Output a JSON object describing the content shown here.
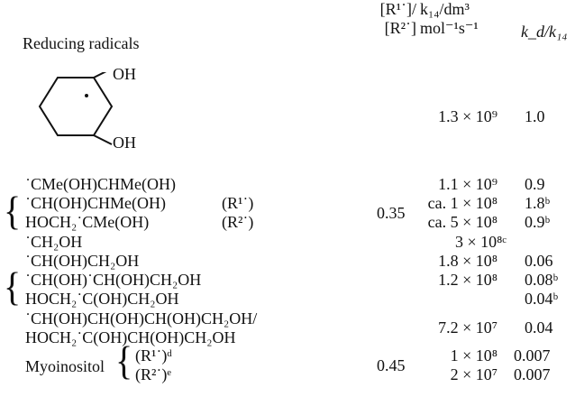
{
  "header": {
    "col1": "Reducing radicals",
    "col2_line1": "[R¹˙]/",
    "col2_line2": "[R²˙]",
    "col3_line1": "k₁₄/dm³",
    "col3_line2": "mol⁻¹s⁻¹",
    "col4": "k_d/k₁₄"
  },
  "structure": {
    "oh_top": "OH",
    "oh_bottom": "OH"
  },
  "rows": [
    {
      "name": "",
      "k14": "1.3 × 10⁹",
      "ratio": "1.0"
    },
    {
      "name": "˙CMe(OH)CHMe(OH)",
      "k14": "1.1 × 10⁹",
      "ratio": "0.9"
    },
    {
      "name": "˙CH(OH)CHMe(OH)",
      "tag": "(R¹˙)",
      "k14": "ca. 1 × 10⁸",
      "ratio": "1.8ᵇ"
    },
    {
      "name": "HOCH₂˙CMe(OH)",
      "tag": "(R²˙)",
      "k14": "ca. 5 × 10⁸",
      "ratio": "0.9ᵇ"
    },
    {
      "name": "˙CH₂OH",
      "k14": "3 × 10⁸ᶜ",
      "ratio": ""
    },
    {
      "name": "˙CH(OH)CH₂OH",
      "k14": "1.8 × 10⁸",
      "ratio": "0.06"
    },
    {
      "name": "˙CH(OH)˙CH(OH)CH₂OH",
      "k14": "1.2 × 10⁸",
      "ratio": "0.08ᵇ"
    },
    {
      "name": "HOCH₂˙C(OH)CH₂OH",
      "k14": "",
      "ratio": "0.04ᵇ"
    },
    {
      "name": "˙CH(OH)CH(OH)CH(OH)CH₂OH/",
      "k14": "7.2 × 10⁷",
      "ratio": "0.04"
    },
    {
      "name": "HOCH₂˙C(OH)CH(OH)CH₂OH",
      "k14": "",
      "ratio": ""
    },
    {
      "name": "(R¹˙)ᵈ",
      "k14": "1 × 10⁸",
      "ratio": "0.007"
    },
    {
      "name": "(R²˙)ᵉ",
      "k14": "2 × 10⁷",
      "ratio": "0.007"
    }
  ],
  "group_ratio_1": "0.35",
  "group_ratio_2": "0.45",
  "myo_label": "Myoinositol"
}
